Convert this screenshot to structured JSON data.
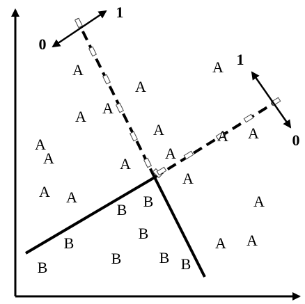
{
  "colors": {
    "ink": "#000000",
    "background": "#ffffff"
  },
  "direction_labels": {
    "upper_left_zero": "0",
    "upper_left_one": "1",
    "right_one": "1",
    "right_zero": "0"
  },
  "points": [
    {
      "class": "A"
    },
    {
      "class": "A"
    },
    {
      "class": "A"
    },
    {
      "class": "A"
    },
    {
      "class": "A"
    },
    {
      "class": "A"
    },
    {
      "class": "A"
    },
    {
      "class": "A"
    },
    {
      "class": "A"
    },
    {
      "class": "A"
    },
    {
      "class": "A"
    },
    {
      "class": "A"
    },
    {
      "class": "A"
    },
    {
      "class": "A"
    },
    {
      "class": "A"
    },
    {
      "class": "A"
    },
    {
      "class": "A"
    },
    {
      "class": "A"
    },
    {
      "class": "B"
    },
    {
      "class": "B"
    },
    {
      "class": "B"
    },
    {
      "class": "B"
    },
    {
      "class": "B"
    },
    {
      "class": "B"
    },
    {
      "class": "B"
    },
    {
      "class": "B"
    }
  ]
}
